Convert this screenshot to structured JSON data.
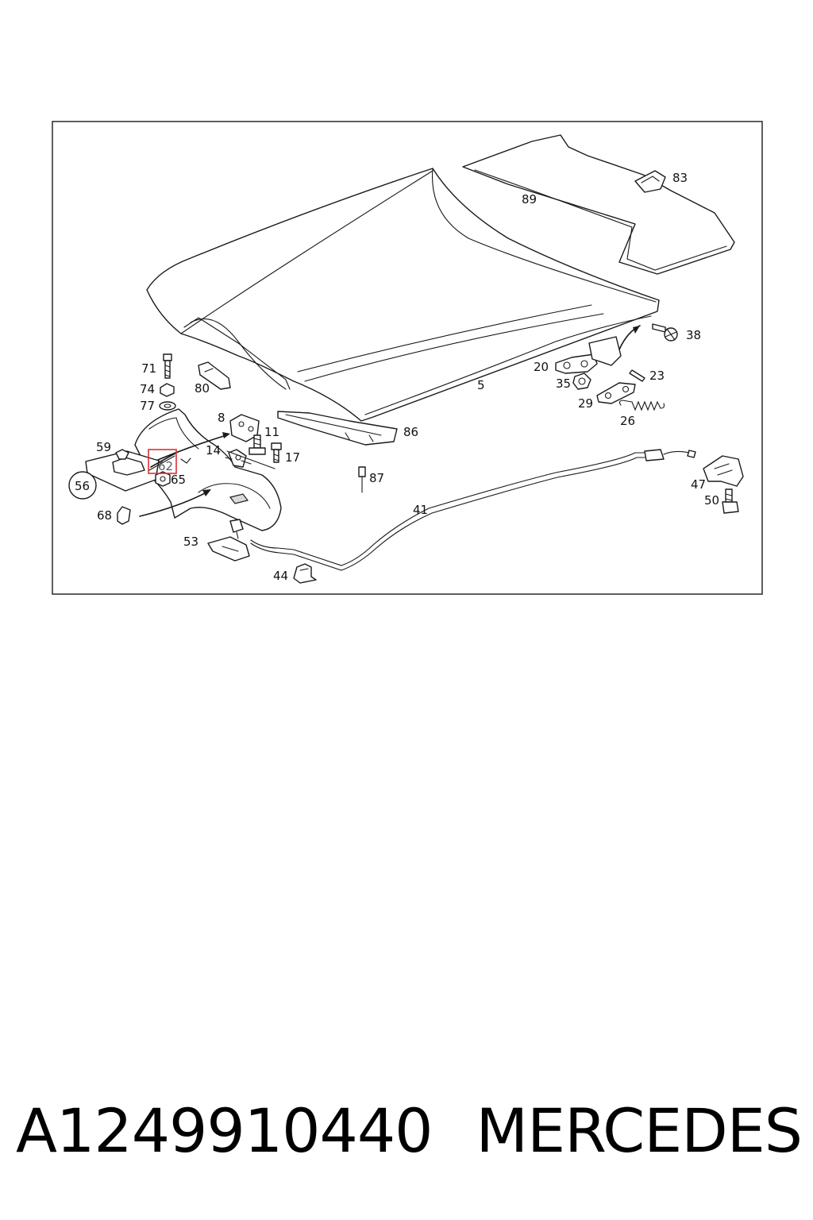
{
  "diagram": {
    "callouts": {
      "p5": "5",
      "p8": "8",
      "p11": "11",
      "p14": "14",
      "p17": "17",
      "p20": "20",
      "p23": "23",
      "p26": "26",
      "p29": "29",
      "p35": "35",
      "p38": "38",
      "p41": "41",
      "p44": "44",
      "p47": "47",
      "p50": "50",
      "p53": "53",
      "p56": "56",
      "p59": "59",
      "p62": "62",
      "p65": "65",
      "p68": "68",
      "p71": "71",
      "p74": "74",
      "p77": "77",
      "p80": "80",
      "p83": "83",
      "p86": "86",
      "p87": "87",
      "p89": "89"
    },
    "highlighted_part": "62",
    "highlight_color": "#e03030"
  },
  "caption": {
    "part_number": "A1249910440",
    "brand": "MERCEDES"
  }
}
